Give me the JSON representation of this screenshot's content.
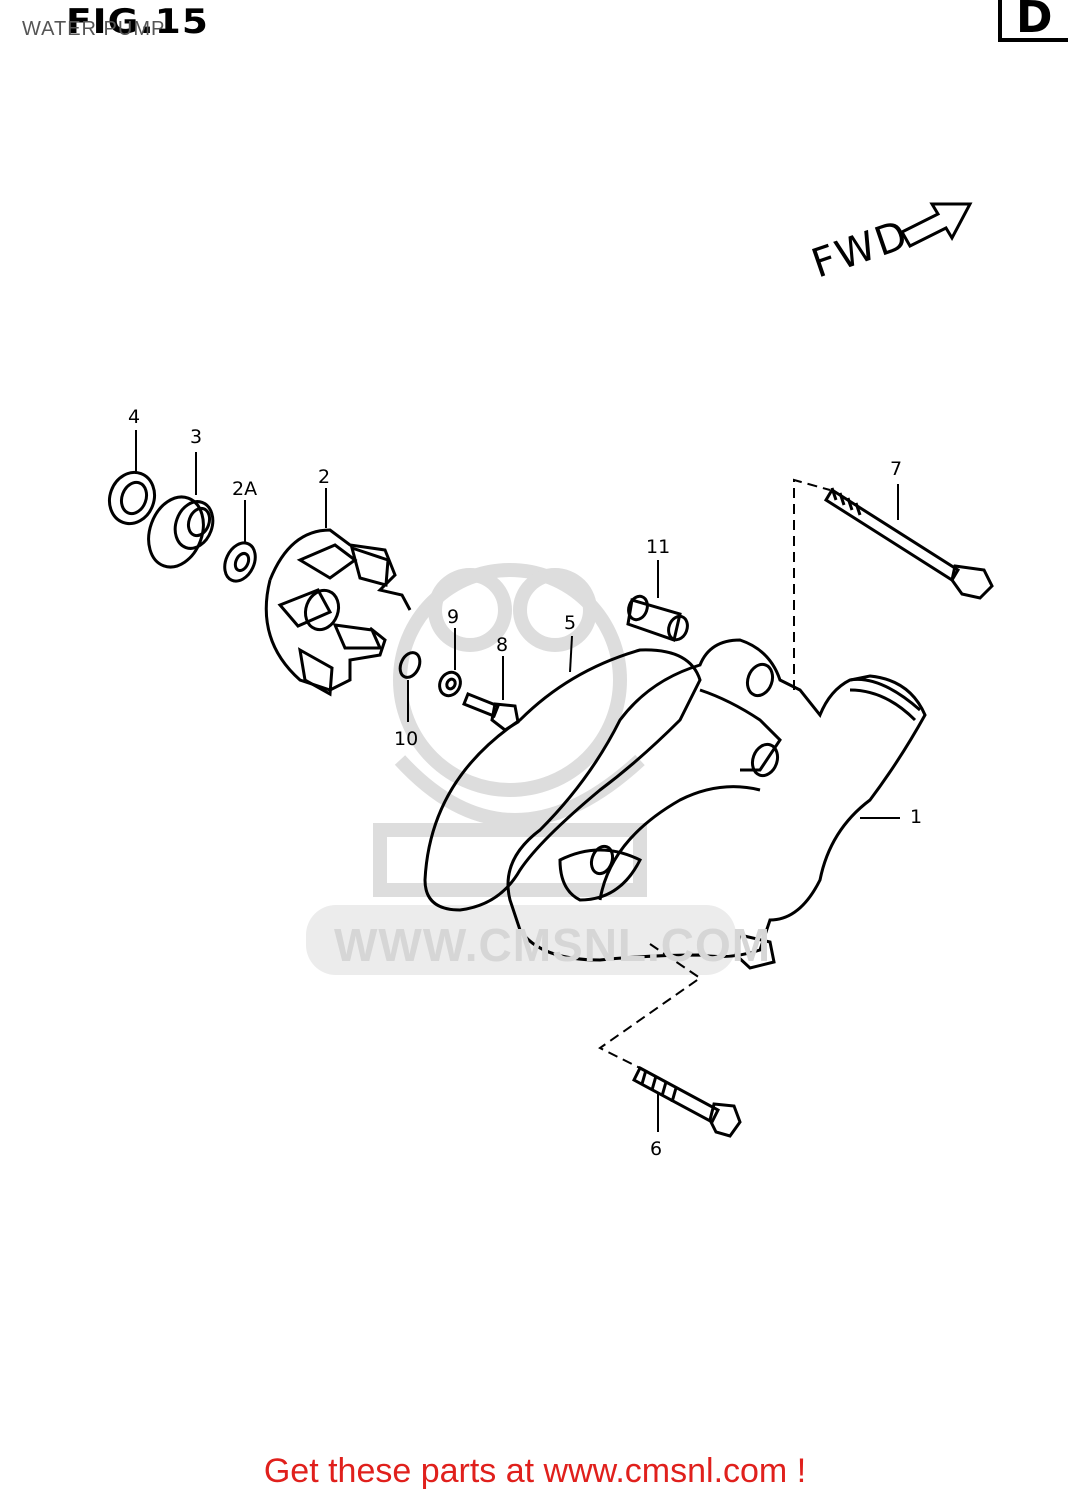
{
  "header": {
    "fig_title": "FIG.15",
    "subtitle": "WATER PUMP",
    "section_letter": "D"
  },
  "direction_label": "FWD",
  "watermark": "WWW.CMSNL.COM",
  "callouts": [
    "1",
    "2",
    "2A",
    "3",
    "4",
    "5",
    "6",
    "7",
    "8",
    "9",
    "10",
    "11"
  ],
  "footer": {
    "link_text": "Get these parts at www.cmsnl.com !",
    "color": "#e0201c"
  }
}
